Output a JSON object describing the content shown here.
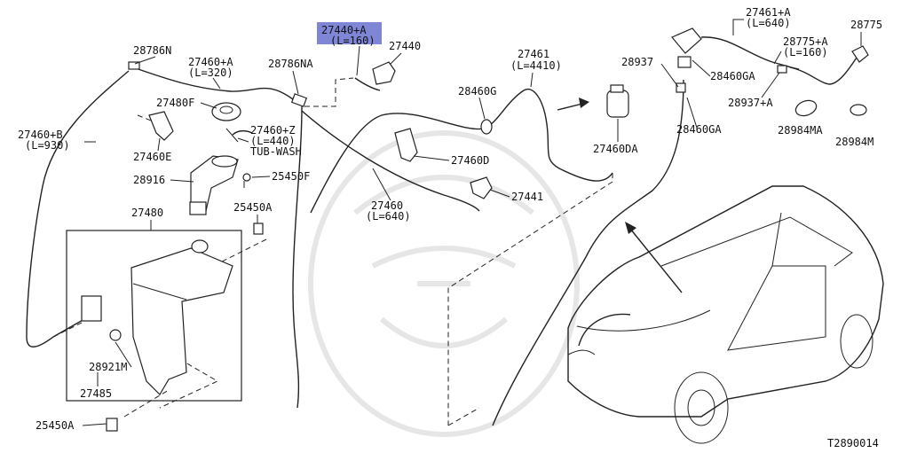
{
  "diagram_code": "T2890014",
  "highlight_color": "#7f86d6",
  "labels": {
    "p27440a": "27440+A",
    "p27440a_len": "(L=160)",
    "p27440": "27440",
    "p28786n": "28786N",
    "p27460a": "27460+A",
    "p27460a_len": "(L=320)",
    "p28786na": "28786NA",
    "p27480f": "27480F",
    "p27460b": "27460+B",
    "p27460b_len": "(L=930)",
    "p27460z": "27460+Z",
    "p27460z_len": "(L=440)",
    "tub_wash": "TUB-WASH",
    "p27460e": "27460E",
    "p28916": "28916",
    "p25450f": "25450F",
    "p27480": "27480",
    "p25450a_top": "25450A",
    "p28921m": "28921M",
    "p27485": "27485",
    "p25450a_bottom": "25450A",
    "p27461": "27461",
    "p27461_len": "(L=4410)",
    "p28460g": "28460G",
    "p27460d": "27460D",
    "p27460da": "27460DA",
    "p27441": "27441",
    "p27460": "27460",
    "p27460_len": "(L=640)",
    "p28937": "28937",
    "p28460ga": "28460GA",
    "p28460ga2": "28460GA",
    "p27461a": "27461+A",
    "p27461a_len": "(L=640)",
    "p28775": "28775",
    "p28775a": "28775+A",
    "p28775a_len": "(L=160)",
    "p28937a": "28937+A",
    "p28984ma": "28984MA",
    "p28984m": "28984M"
  }
}
